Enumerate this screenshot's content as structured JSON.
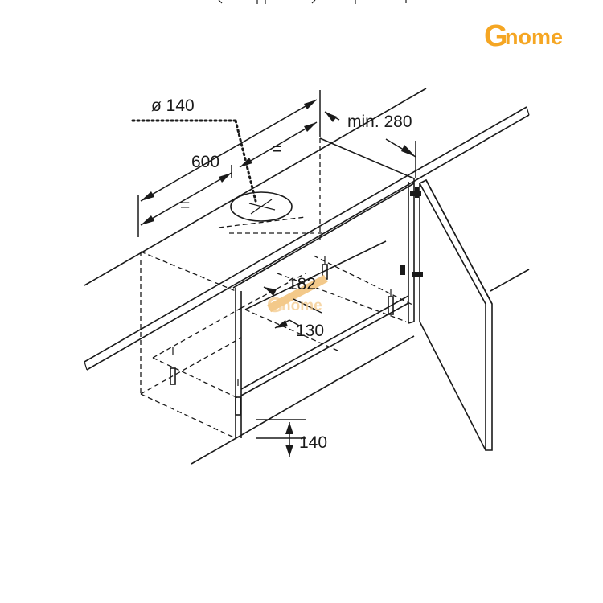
{
  "logo": {
    "letter": "G",
    "rest": "nome",
    "color": "#f5a623",
    "watermark_color": "#f3c98a"
  },
  "dimensions": {
    "duct_diameter": "ø 140",
    "width": "600",
    "width_equal_left": "=",
    "width_equal_right": "=",
    "min_depth": "min. 280",
    "cutout_depth": "182",
    "cutout_width": "130",
    "bottom_height": "140"
  }
}
